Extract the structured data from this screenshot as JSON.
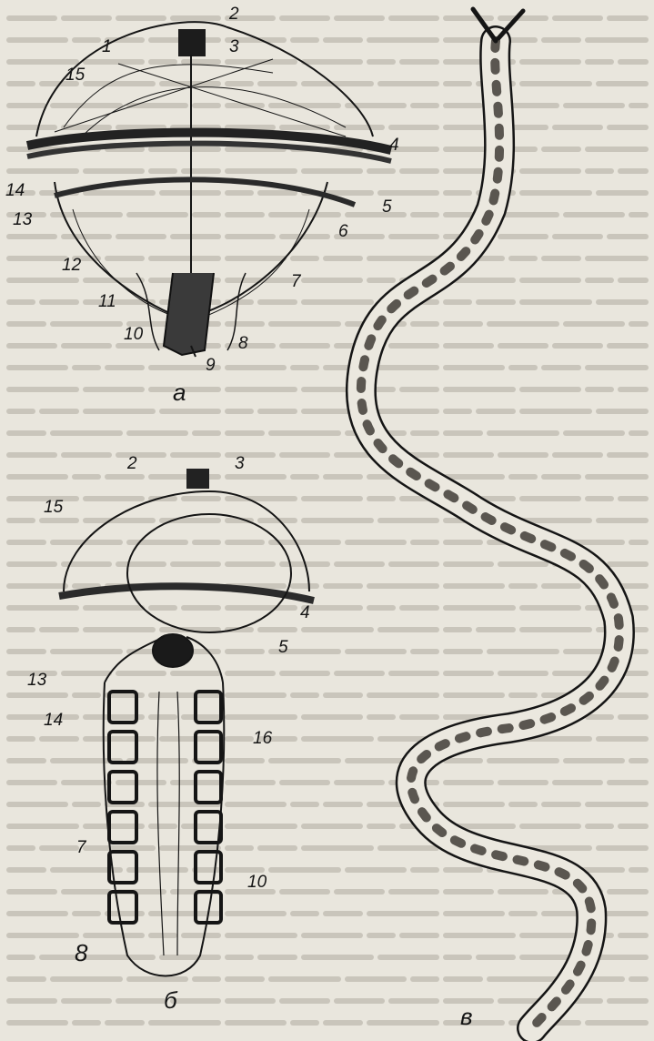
{
  "figure": {
    "panels": [
      {
        "id": "a",
        "label": "а"
      },
      {
        "id": "b",
        "label": "б"
      },
      {
        "id": "v",
        "label": "в"
      }
    ],
    "labels_a": [
      "1",
      "2",
      "3",
      "4",
      "5",
      "6",
      "7",
      "8",
      "9",
      "10",
      "11",
      "12",
      "13",
      "14",
      "15"
    ],
    "labels_b": [
      "2",
      "3",
      "4",
      "5",
      "7",
      "8",
      "10",
      "13",
      "14",
      "15",
      "16"
    ]
  },
  "colors": {
    "paper": "#e9e6dd",
    "ink": "#151515",
    "faint_text": "#b8b4aa"
  }
}
